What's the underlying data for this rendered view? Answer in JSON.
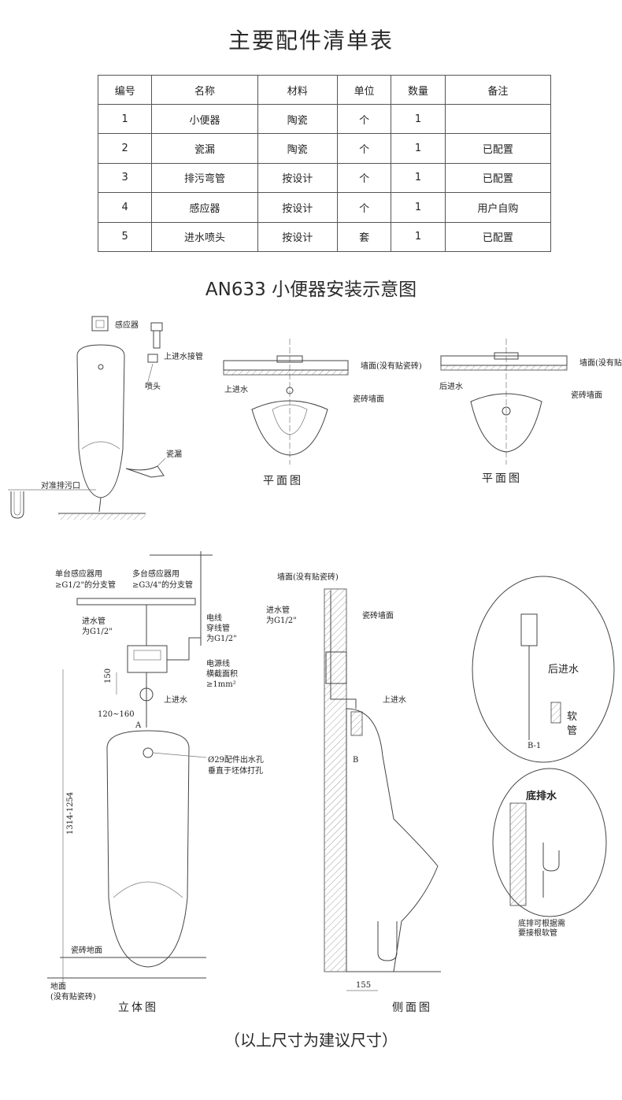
{
  "table": {
    "title": "主要配件清单表",
    "headers": [
      "编号",
      "名称",
      "材料",
      "单位",
      "数量",
      "备注"
    ],
    "rows": [
      [
        "1",
        "小便器",
        "陶瓷",
        "个",
        "1",
        ""
      ],
      [
        "2",
        "瓷漏",
        "陶瓷",
        "个",
        "1",
        "已配置"
      ],
      [
        "3",
        "排污弯管",
        "按设计",
        "个",
        "1",
        "已配置"
      ],
      [
        "4",
        "感应器",
        "按设计",
        "个",
        "1",
        "用户自购"
      ],
      [
        "5",
        "进水喷头",
        "按设计",
        "套",
        "1",
        "已配置"
      ]
    ]
  },
  "diagram": {
    "title": "AN633 小便器安装示意图",
    "footnote": "（以上尺寸为建议尺寸）",
    "labels": {
      "sensor": "感应器",
      "top_inlet_pipe": "上进水接管",
      "nozzle": "喷头",
      "ceramic_drain": "瓷漏",
      "align_outlet": "对准排污口",
      "wall_no_tile": "墙面(没有贴瓷砖)",
      "wall_no_tile_short": "墙面(没有贴",
      "top_inlet": "上进水",
      "back_inlet": "后进水",
      "tile_wall": "瓷砖墙面",
      "plan_view": "平面图",
      "single_sensor": "单台感应器用",
      "single_sensor_pipe": "≥G1/2\"的分支管",
      "multi_sensor": "多台感应器用",
      "multi_sensor_pipe": "≥G3/4\"的分支管",
      "inlet_pipe": "进水管",
      "inlet_pipe_size": "为G1/2\"",
      "wire": "电线",
      "wire_pipe": "穿线管",
      "wire_pipe_size": "为G1/2\"",
      "power_wire": "电源线",
      "cross_section": "横截面积",
      "cross_section_size": "≥1mm²",
      "dim_120_160": "120~160",
      "dim_150": "150",
      "mark_a": "A",
      "mark_b": "B",
      "mark_b1": "B-1",
      "hole_note_1": "Ø29配件出水孔",
      "hole_note_2": "垂直于坯体打孔",
      "height_dim": "1314-1254",
      "tile_floor": "瓷砖地面",
      "floor": "地面",
      "floor_note": "(没有贴瓷砖)",
      "perspective_view": "立体图",
      "wall_no_tile_side": "墙面(没有贴瓷砖)",
      "inlet_pipe_side": "进水管",
      "inlet_pipe_side_size": "为G1/2\"",
      "tile_wall_side": "瓷砖墙面",
      "top_inlet_side": "上进水",
      "dim_155": "155",
      "side_view": "侧面图",
      "back_inlet_detail": "后进水",
      "soft_pipe_1": "软",
      "soft_pipe_2": "管",
      "bottom_drain": "底排水",
      "bottom_drain_note_1": "底排可根据需",
      "bottom_drain_note_2": "要接根软管"
    }
  }
}
